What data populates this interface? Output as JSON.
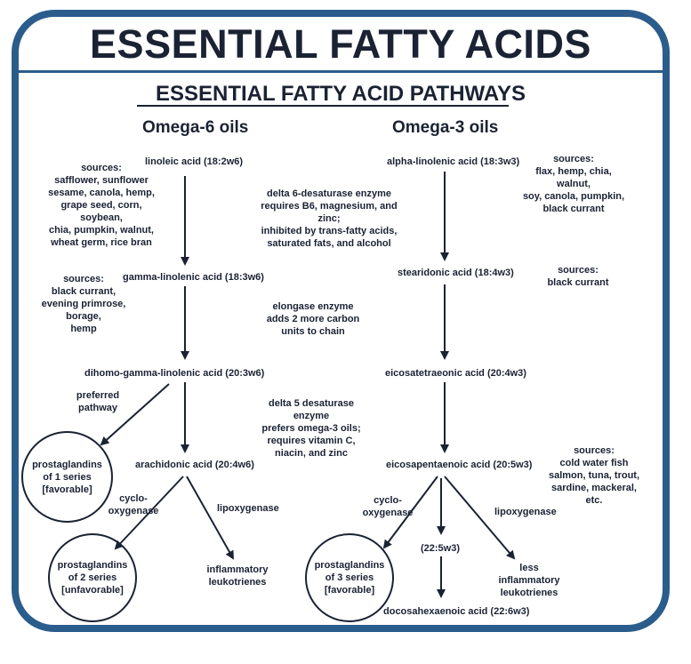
{
  "title": "ESSENTIAL FATTY ACIDS",
  "subtitle": "ESSENTIAL FATTY ACID PATHWAYS",
  "omega6": {
    "heading": "Omega-6 oils",
    "linoleic": "linoleic acid (18:2w6)",
    "linoleic_sources": "sources:\nsafflower, sunflower\nsesame, canola, hemp,\ngrape seed, corn, soybean,\nchia, pumpkin, walnut,\nwheat germ, rice bran",
    "gla": "gamma-linolenic acid (18:3w6)",
    "gla_sources": "sources:\nblack currant,\nevening primrose,\nborage,\nhemp",
    "dgla": "dihomo-gamma-linolenic acid (20:3w6)",
    "preferred_pathway": "preferred\npathway",
    "pg1": "prostaglandins\nof 1 series\n[favorable]",
    "arachidonic": "arachidonic acid (20:4w6)",
    "cyclooxygenase": "cyclo-\noxygenase",
    "lipoxygenase": "lipoxygenase",
    "pg2": "prostaglandins\nof 2 series\n[unfavorable]",
    "leukotrienes": "inflammatory\nleukotrienes"
  },
  "enzymes": {
    "delta6": "delta 6-desaturase enzyme\nrequires B6, magnesium, and zinc;\ninhibited by trans-fatty acids,\nsaturated fats, and alcohol",
    "elongase": "elongase enzyme\nadds 2 more carbon\nunits to chain",
    "delta5": "delta 5 desaturase enzyme\nprefers omega-3 oils;\nrequires vitamin C,\nniacin, and zinc"
  },
  "omega3": {
    "heading": "Omega-3 oils",
    "ala": "alpha-linolenic acid (18:3w3)",
    "ala_sources": "sources:\nflax, hemp, chia, walnut,\nsoy, canola, pumpkin,\nblack currant",
    "stearidonic": "stearidonic acid (18:4w3)",
    "stearidonic_sources": "sources:\nblack currant",
    "eta": "eicosatetraeonic acid (20:4w3)",
    "epa": "eicosapentaenoic acid (20:5w3)",
    "epa_sources": "sources:\ncold water fish\nsalmon, tuna, trout,\nsardine, mackeral, etc.",
    "cyclooxygenase": "cyclo-\noxygenase",
    "lipoxygenase": "lipoxygenase",
    "pg3": "prostaglandins\nof 3 series\n[favorable]",
    "dpa": "(22:5w3)",
    "leukotrienes": "less\ninflammatory\nleukotrienes",
    "dha": "docosahexaenoic acid (22:6w3)"
  }
}
